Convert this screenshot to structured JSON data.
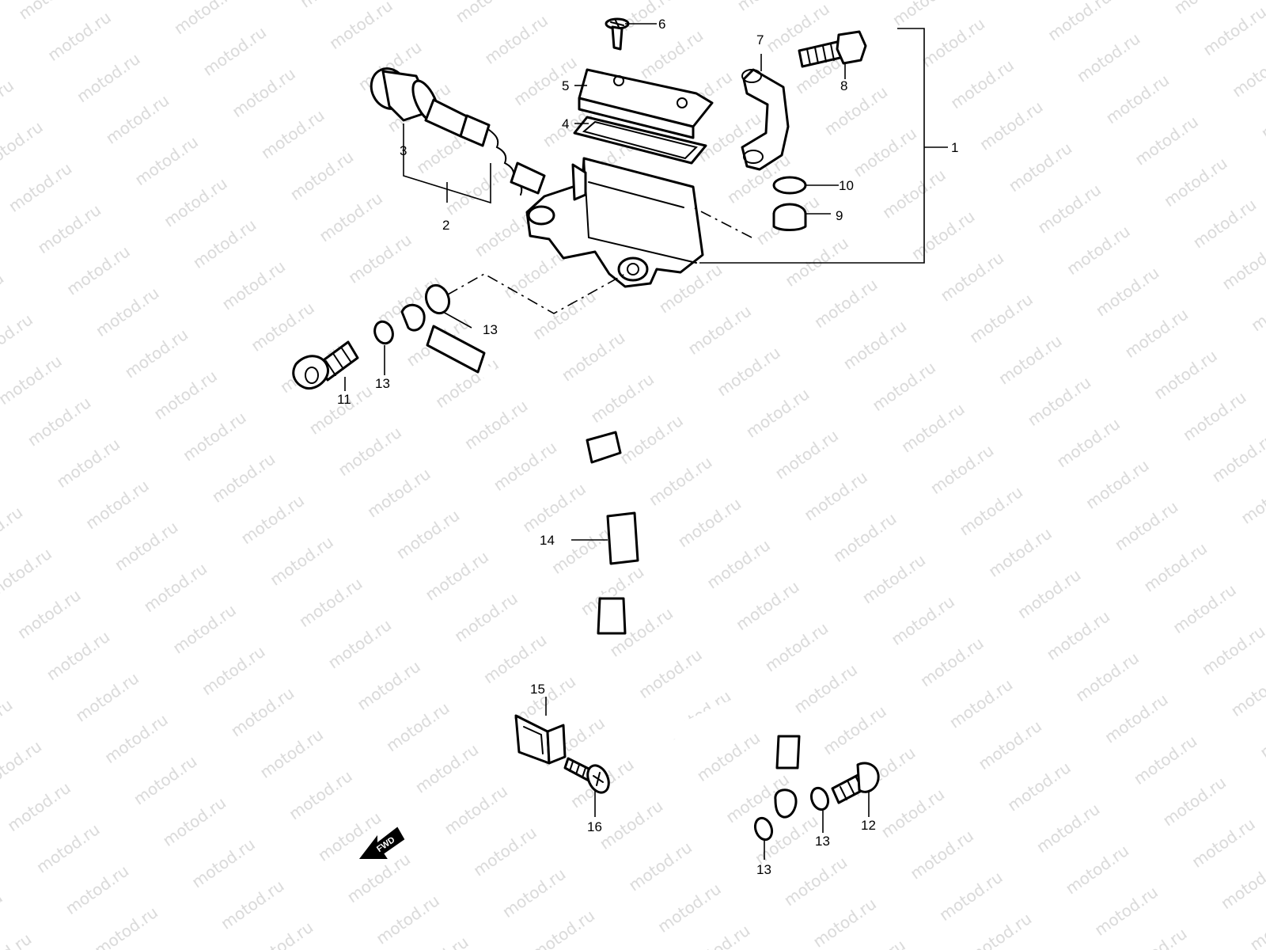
{
  "watermark": "motod.ru",
  "fwd_label": "FWD",
  "callouts": {
    "c1": "1",
    "c2": "2",
    "c3": "3",
    "c4": "4",
    "c5": "5",
    "c6": "6",
    "c7": "7",
    "c8": "8",
    "c9": "9",
    "c10": "10",
    "c11": "11",
    "c12": "12",
    "c13a": "13",
    "c13b": "13",
    "c13c": "13",
    "c13d": "13",
    "c14": "14",
    "c15": "15",
    "c16": "16"
  }
}
